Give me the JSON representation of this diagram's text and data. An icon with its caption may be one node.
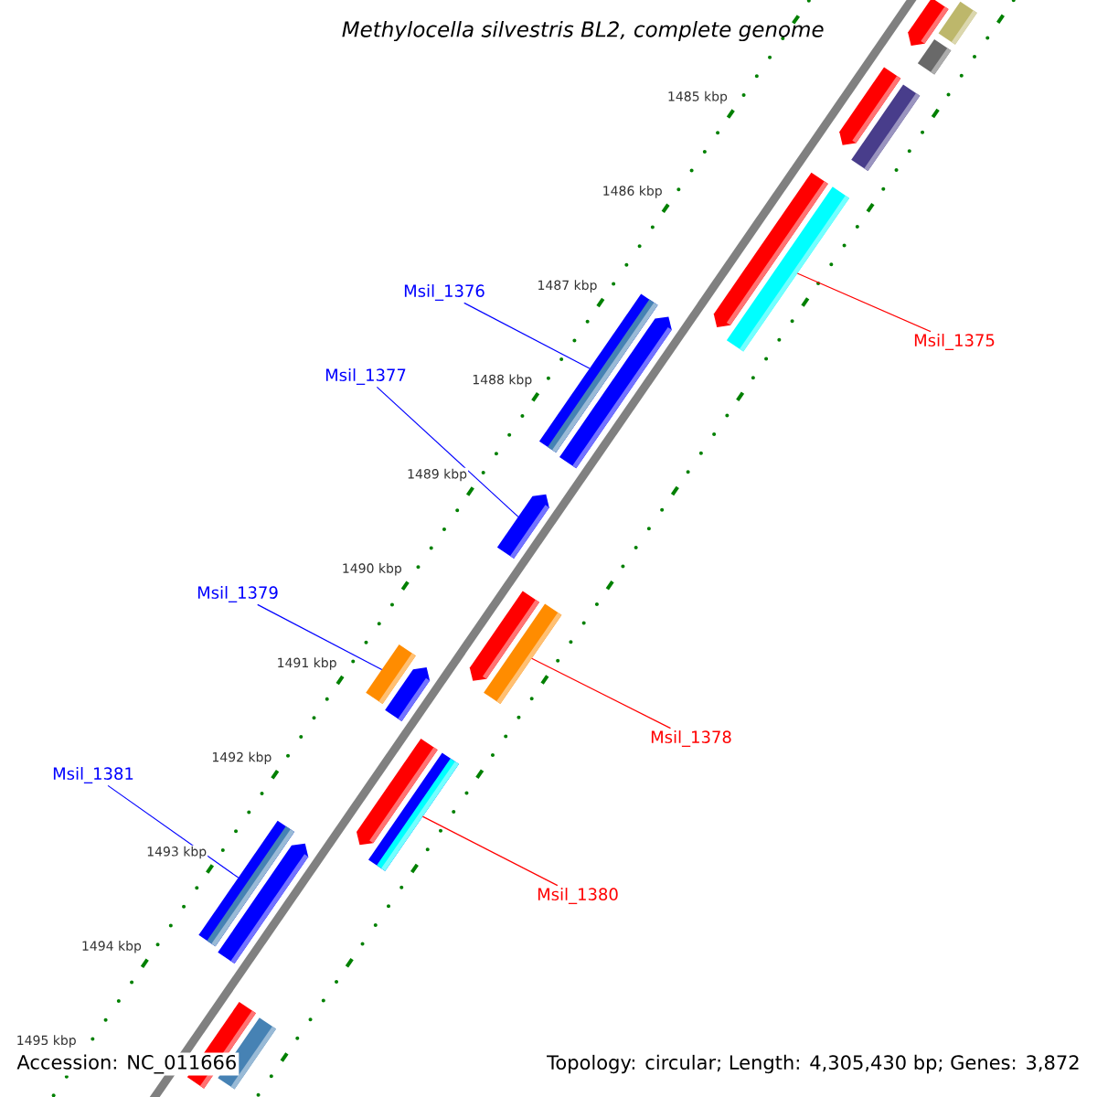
{
  "diagram": {
    "title": "Methylocella silvestris BL2, complete genome",
    "nodes": [
      {
        "text": [],
        "shape": "bar"
      },
      {
        "text": [],
        "shape": "bar"
      },
      {
        "text": [],
        "shape": "bar"
      },
      {
        "text": [],
        "shape": "bar"
      },
      {
        "text": [],
        "shape": "bar"
      },
      {
        "text": [],
        "shape": "bar"
      },
      {
        "text": [],
        "shape": "bar"
      },
      {
        "text": [
          "Msil_1376"
        ]
      },
      {
        "text": [
          "Msil_1375"
        ]
      },
      {
        "text": [],
        "shape": "bar"
      },
      {
        "text": [],
        "shape": "bar"
      },
      {
        "text": [
          "Msil_1377"
        ]
      },
      {
        "text": [],
        "shape": "bar"
      },
      {
        "text": [
          "Msil_1379"
        ]
      },
      {
        "text": [],
        "shape": "bar"
      },
      {
        "text": [],
        "shape": "bar"
      },
      {
        "text": [],
        "shape": "bar"
      },
      {
        "text": [],
        "shape": "bar"
      },
      {
        "text": [
          "Msil_1378"
        ]
      },
      {
        "text": [],
        "shape": "bar"
      },
      {
        "text": [],
        "shape": "bar"
      },
      {
        "text": [
          "Msil_1381"
        ]
      },
      {
        "text": [
          "Msil_1380"
        ]
      },
      {
        "text": [],
        "shape": "bar"
      },
      {
        "text": [],
        "shape": "bar"
      },
      {
        "text": [],
        "shape": "bar"
      },
      {
        "text": [],
        "shape": "bar"
      }
    ],
    "edges": [
      {
        "from": 7,
        "to": 9,
        "arrow": "none"
      },
      {
        "from": 8,
        "to": 6,
        "arrow": "none",
        "color": "#ff0000"
      },
      {
        "from": 11,
        "to": 12,
        "arrow": "none"
      },
      {
        "from": 13,
        "to": 16,
        "arrow": "none"
      },
      {
        "from": 18,
        "to": 15,
        "arrow": "none",
        "color": "#ff0000"
      },
      {
        "from": 21,
        "to": 23,
        "arrow": "none"
      },
      {
        "from": 22,
        "to": 20,
        "arrow": "none",
        "color": "#ff0000"
      }
    ],
    "labels": [
      "1485 kbp",
      "1486 kbp",
      "1487 kbp",
      "1488 kbp",
      "1489 kbp",
      "1490 kbp",
      "1491 kbp",
      "1492 kbp",
      "1493 kbp",
      "1494 kbp",
      "1495 kbp",
      "Accession: NC_011666",
      "Topology: circular; Length: 4,305,430 bp; Genes: 3,872"
    ]
  }
}
